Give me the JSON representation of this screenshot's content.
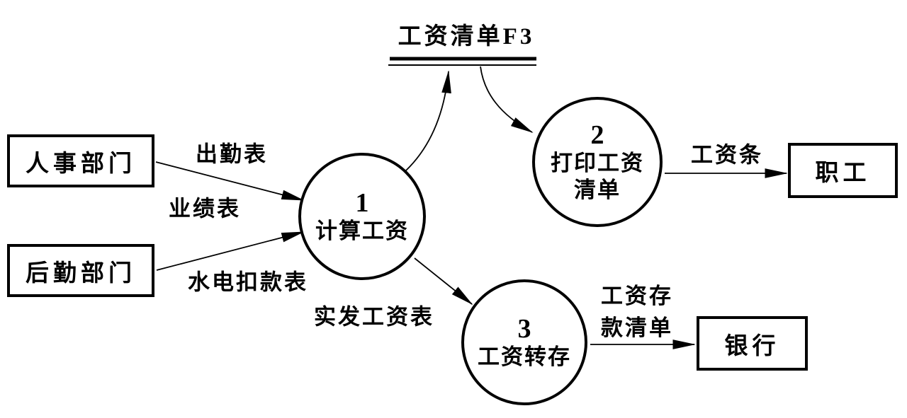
{
  "diagram_type": "data-flow-diagram",
  "colors": {
    "ink": "#000000",
    "background": "#ffffff"
  },
  "entities": {
    "personnel": {
      "label": "人事部门"
    },
    "logistics": {
      "label": "后勤部门"
    },
    "staff": {
      "label": "职工"
    },
    "bank": {
      "label": "银行"
    }
  },
  "processes": {
    "p1": {
      "number": "1",
      "name": "计算工资"
    },
    "p2": {
      "number": "2",
      "name_line1": "打印工资",
      "name_line2": "清单"
    },
    "p3": {
      "number": "3",
      "name": "工资转存"
    }
  },
  "data_store": {
    "label": "工资清单F3"
  },
  "flows": {
    "attendance": {
      "label": "出勤表"
    },
    "performance": {
      "label": "业绩表"
    },
    "utility_deduction": {
      "label": "水电扣款表"
    },
    "net_salary": {
      "label": "实发工资表"
    },
    "pay_slip": {
      "label": "工资条"
    },
    "deposit_line1": {
      "label": "工资存"
    },
    "deposit_line2": {
      "label": "款清单"
    }
  }
}
